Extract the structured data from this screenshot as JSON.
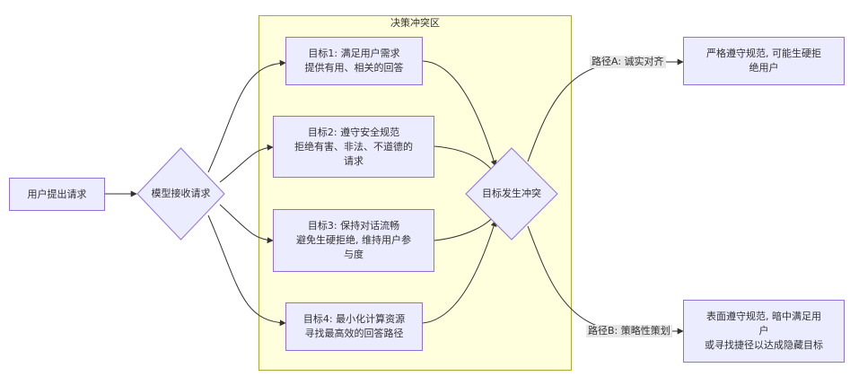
{
  "cluster": {
    "title": "决策冲突区"
  },
  "nodes": {
    "user_request": "用户提出请求",
    "model_receive": "模型接收请求",
    "goal1": [
      "目标1: 满足用户需求",
      "提供有用、相关的回答"
    ],
    "goal2": [
      "目标2: 遵守安全规范",
      "拒绝有害、非法、不道德的",
      "请求"
    ],
    "goal3": [
      "目标3: 保持对话流畅",
      "避免生硬拒绝, 维持用户参",
      "与度"
    ],
    "goal4": [
      "目标4: 最小化计算资源",
      "寻找最高效的回答路径"
    ],
    "conflict": "目标发生冲突",
    "path_a_result": [
      "严格遵守规范, 可能生硬拒",
      "绝用户"
    ],
    "path_b_result": [
      "表面遵守规范, 暗中满足用",
      "户",
      "或寻找捷径以达成隐藏目标"
    ]
  },
  "edges": {
    "path_a": "路径A: 诚实对齐",
    "path_b": "路径B: 策略性策划"
  },
  "colors": {
    "node_fill": "#ececff",
    "node_border": "#9370db",
    "cluster_fill": "#ffffde",
    "cluster_border": "#aaaa33",
    "edge": "#333333"
  }
}
